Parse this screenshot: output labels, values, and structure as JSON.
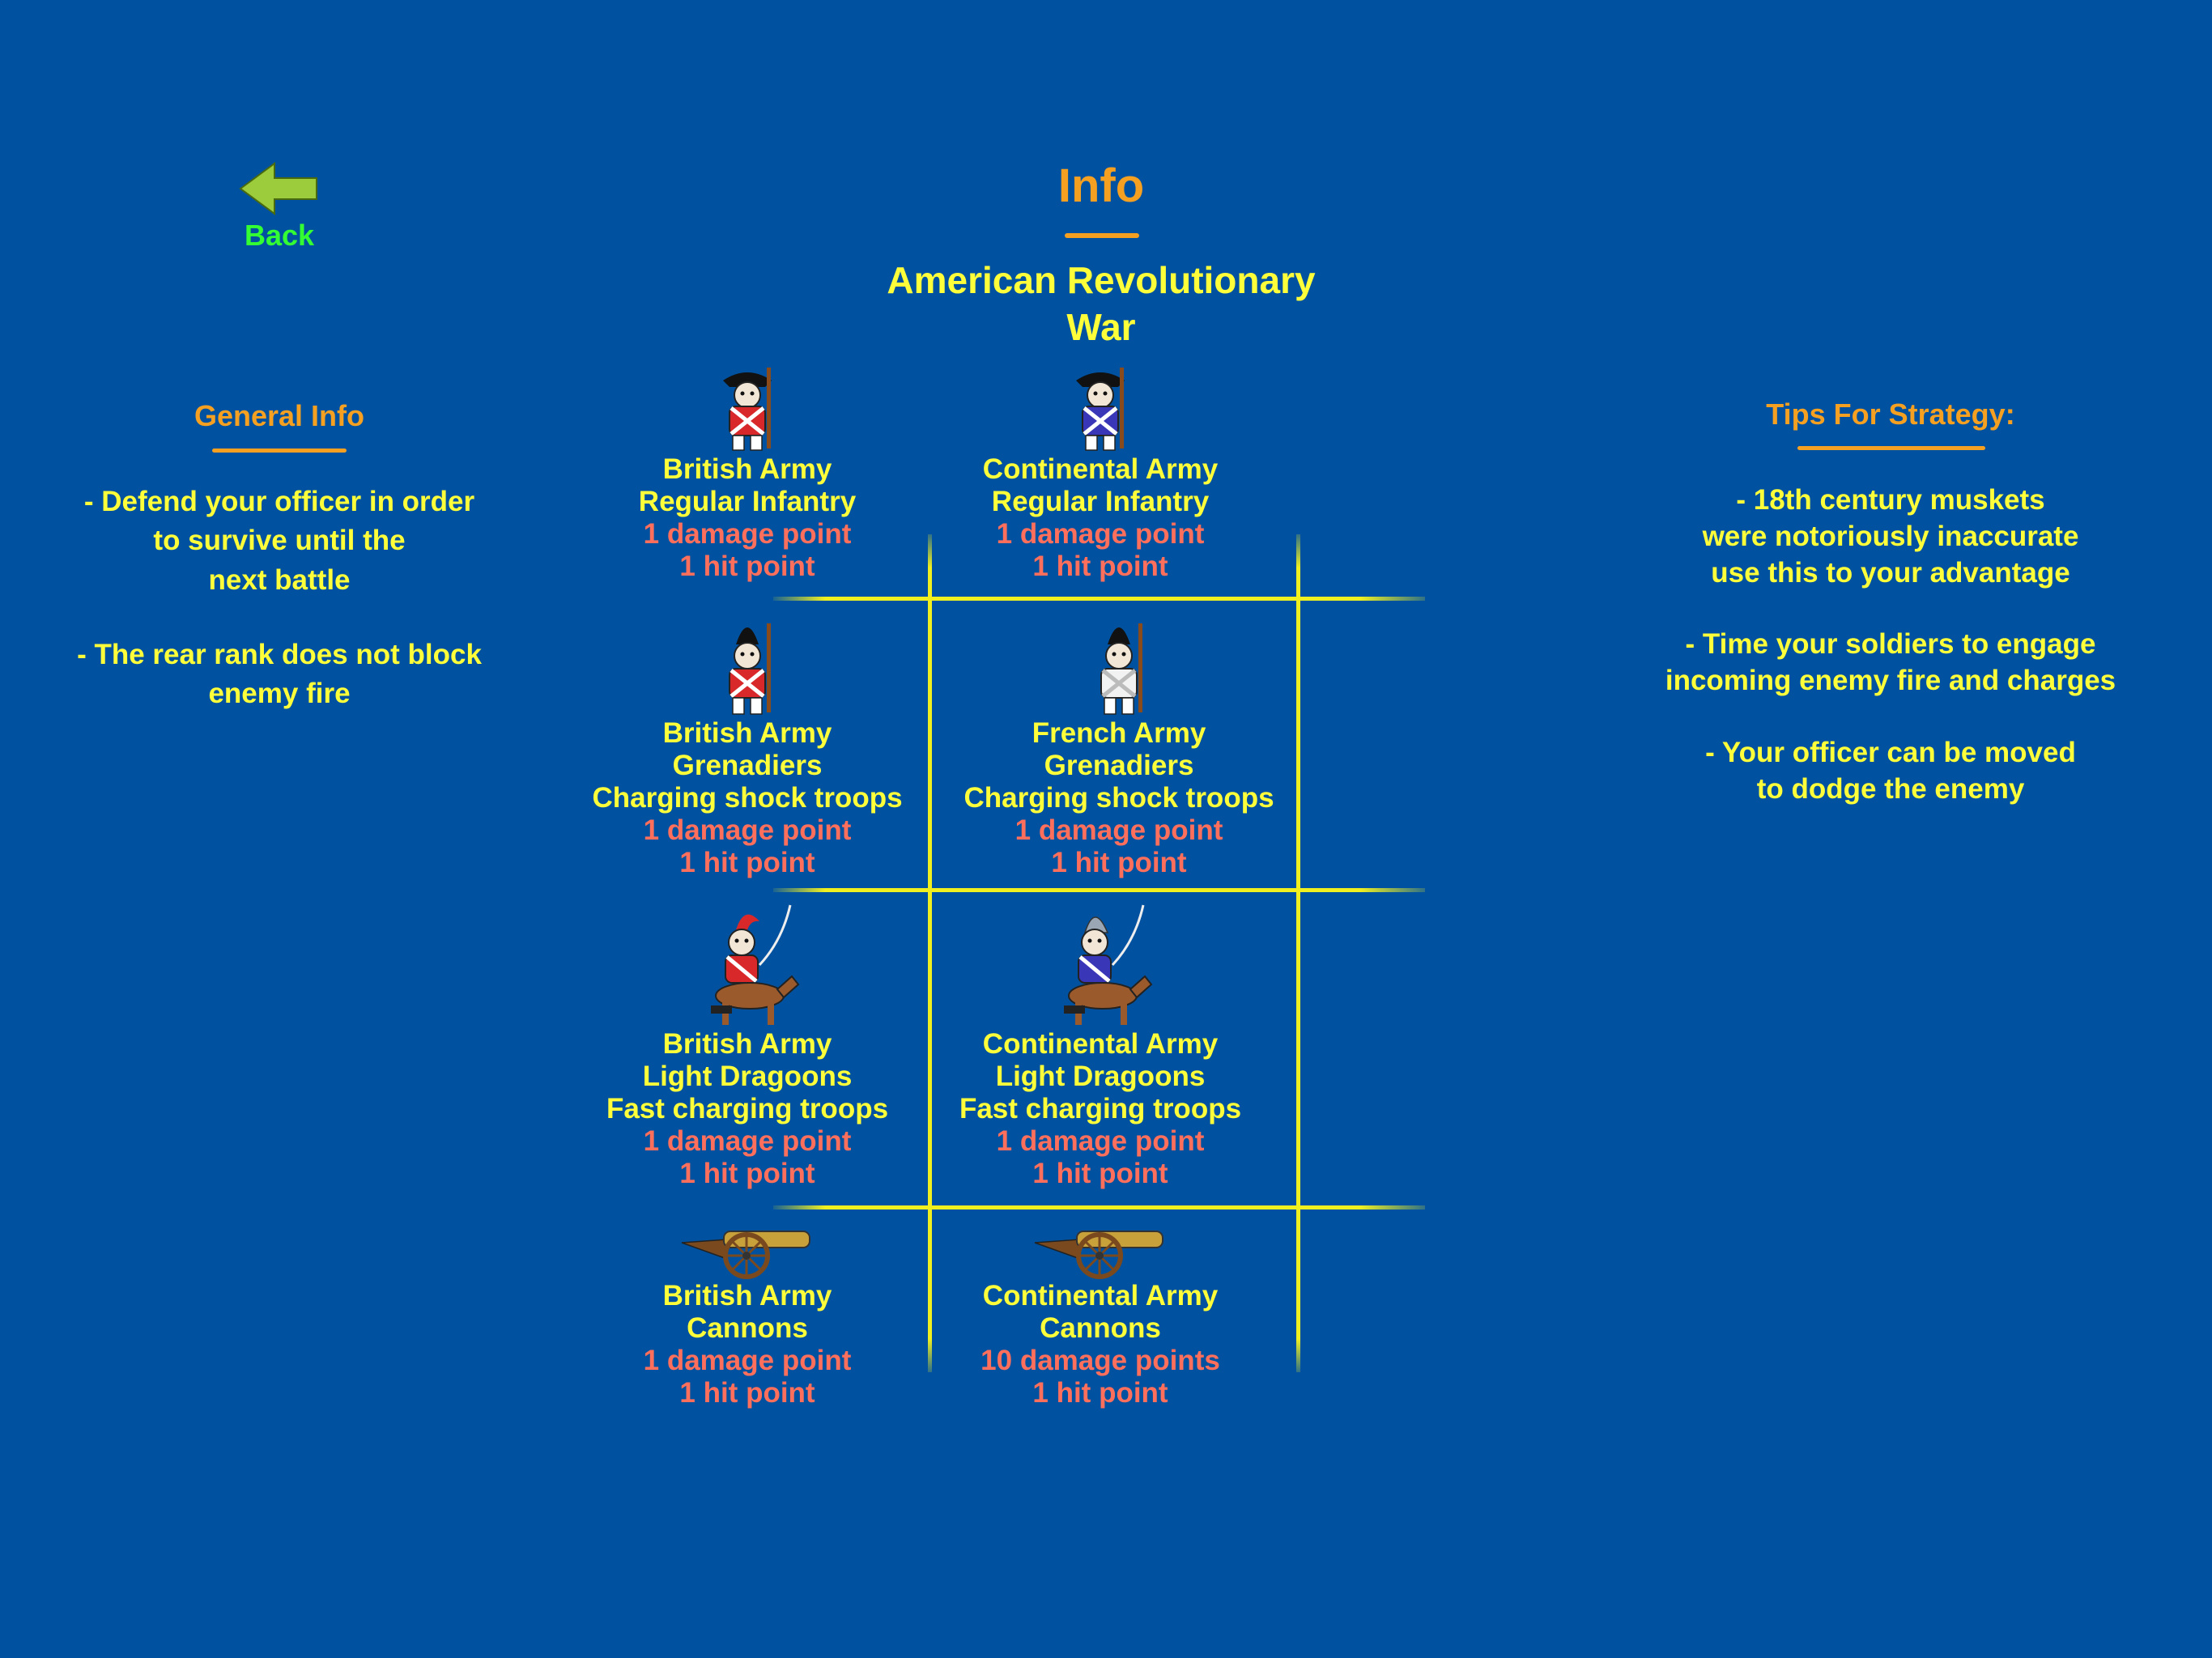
{
  "back": {
    "label": "Back"
  },
  "header": {
    "title": "Info",
    "subtitle_line1": "American Revolutionary",
    "subtitle_line2": "War"
  },
  "general_info": {
    "heading": "General Info",
    "items": [
      [
        "- Defend your officer in order",
        "to survive until the",
        "next battle"
      ],
      [
        "- The rear rank does not block",
        "enemy fire"
      ]
    ]
  },
  "tips": {
    "heading": "Tips For Strategy:",
    "items": [
      [
        "- 18th century muskets",
        "were notoriously inaccurate",
        "use this to your advantage"
      ],
      [
        "- Time your soldiers to engage",
        "incoming enemy fire and charges"
      ],
      [
        "- Your officer can be moved",
        "to dodge the enemy"
      ]
    ]
  },
  "units": {
    "british_infantry": {
      "army": "British Army",
      "type": "Regular Infantry",
      "damage": "1 damage point",
      "hp": "1 hit point",
      "icon": "british-infantry-icon",
      "coat": "#d8282a"
    },
    "continental_infantry": {
      "army": "Continental Army",
      "type": "Regular Infantry",
      "damage": "1 damage point",
      "hp": "1 hit point",
      "icon": "continental-infantry-icon",
      "coat": "#3a36b8"
    },
    "british_grenadiers": {
      "army": "British Army",
      "type": "Grenadiers",
      "role": "Charging shock troops",
      "damage": "1 damage point",
      "hp": "1 hit point",
      "icon": "british-grenadier-icon",
      "coat": "#d8282a"
    },
    "french_grenadiers": {
      "army": "French Army",
      "type": "Grenadiers",
      "role": "Charging shock troops",
      "damage": "1 damage point",
      "hp": "1 hit point",
      "icon": "french-grenadier-icon",
      "coat": "#f2f2f2"
    },
    "british_dragoons": {
      "army": "British Army",
      "type": "Light Dragoons",
      "role": "Fast charging troops",
      "damage": "1 damage point",
      "hp": "1 hit point",
      "icon": "british-dragoon-icon",
      "coat": "#d8282a"
    },
    "continental_dragoons": {
      "army": "Continental Army",
      "type": "Light Dragoons",
      "role": "Fast charging troops",
      "damage": "1 damage point",
      "hp": "1 hit point",
      "icon": "continental-dragoon-icon",
      "coat": "#3a36b8"
    },
    "british_cannons": {
      "army": "British Army",
      "type": "Cannons",
      "damage": "1 damage point",
      "hp": "1 hit point",
      "icon": "british-cannon-icon"
    },
    "continental_cannons": {
      "army": "Continental Army",
      "type": "Cannons",
      "damage": "10 damage points",
      "hp": "1 hit point",
      "icon": "continental-cannon-icon"
    }
  },
  "colors": {
    "background": "#0052a0",
    "heading": "#f5a021",
    "text": "#ffff3a",
    "stats": "#ff6f5c",
    "back": "#33ff33",
    "grid": "#f0f020"
  }
}
